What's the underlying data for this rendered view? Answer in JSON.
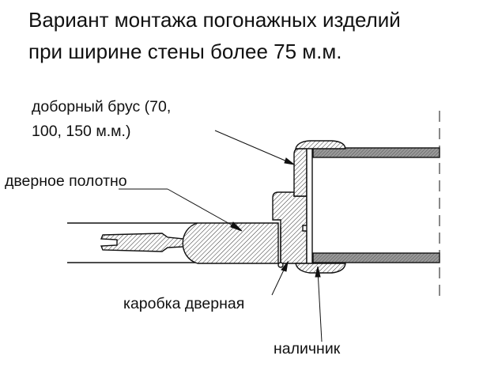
{
  "title": {
    "line1": "Вариант монтажа погонажных изделий",
    "line2": "при ширине стены более 75 м.м."
  },
  "labels": {
    "dobor_line1": "доборный брус (70,",
    "dobor_line2": "100, 150 м.м.)",
    "door_leaf": "дверное полотно",
    "door_frame": "каробка дверная",
    "casing": "наличник"
  }
}
